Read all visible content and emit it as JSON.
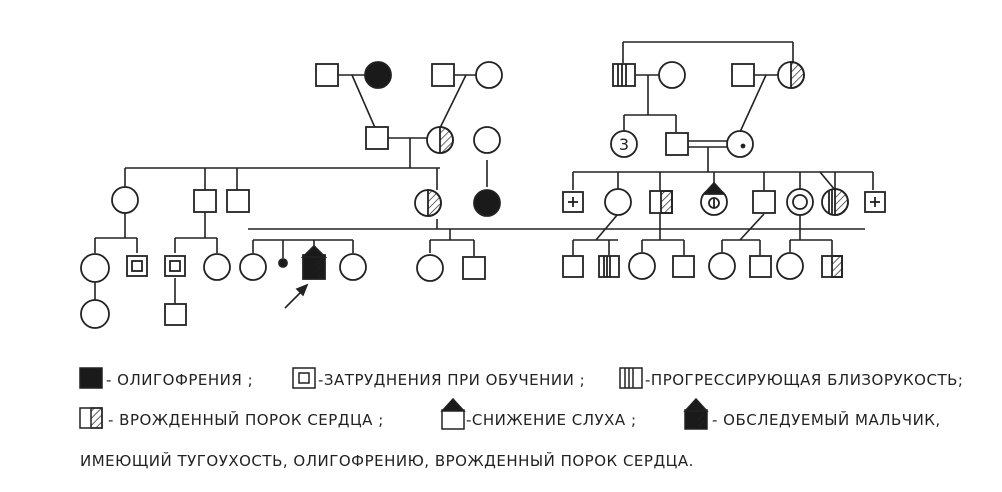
{
  "pedigree": {
    "sibship_count_label": "3",
    "proband_marker": "arrow"
  },
  "legend": {
    "items": [
      {
        "symbol": "filled-square",
        "text": "- ОЛИГОФРЕНИЯ ;"
      },
      {
        "symbol": "inner-square",
        "text": "-ЗАТРУДНЕНИЯ ПРИ ОБУЧЕНИИ ;"
      },
      {
        "symbol": "vertical-lines-square",
        "text": "-ПРОГРЕССИРУЮЩАЯ БЛИЗОРУКОСТЬ;"
      },
      {
        "symbol": "half-hatched-square",
        "text": "- ВРОЖДЕННЫЙ ПОРОК СЕРДЦА ;"
      },
      {
        "symbol": "top-filled-square",
        "text": "-СНИЖЕНИЕ СЛУХА ;"
      },
      {
        "symbol": "proband-square",
        "text": "- ОБСЛЕДУЕМЫЙ МАЛЬЧИК,"
      }
    ],
    "continuation": "ИМЕЮЩИЙ ТУГОУХОСТЬ, ОЛИГОФРЕНИЮ, ВРОЖДЕННЫЙ ПОРОК СЕРДЦА."
  },
  "colors": {
    "ink": "#222222",
    "background": "#ffffff"
  },
  "icons": [
    "square-male",
    "circle-female",
    "arrow-proband",
    "plus-mark",
    "dot-mark"
  ]
}
